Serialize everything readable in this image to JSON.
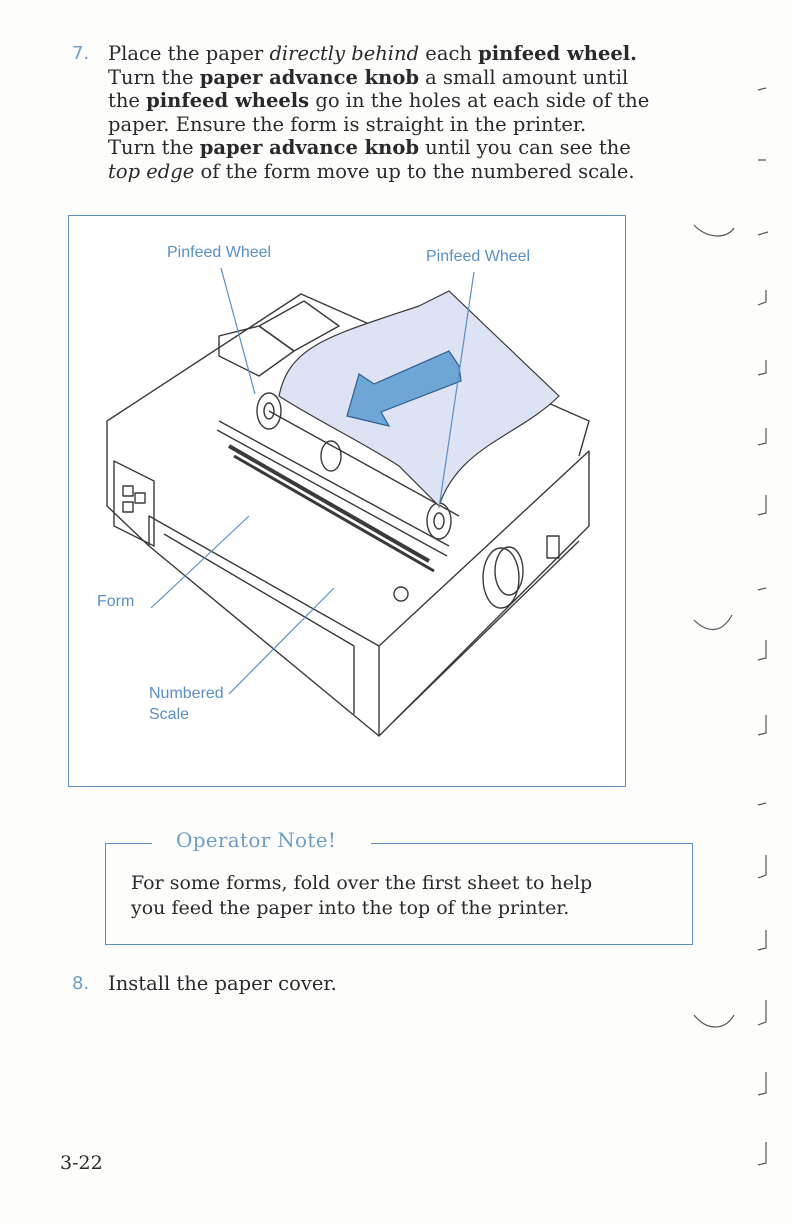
{
  "step7": {
    "number": "7.",
    "line1": [
      "Place the paper ",
      "directly behind",
      " each ",
      "pinfeed wheel."
    ],
    "line2": [
      "Turn the ",
      "paper advance knob",
      " a small amount until"
    ],
    "line3": [
      "the ",
      "pinfeed wheels",
      " go in the holes at each side of the"
    ],
    "line4": "paper.  Ensure the form is straight in the printer.",
    "line5": [
      "Turn the ",
      "paper advance knob",
      " until you can see the"
    ],
    "line6": [
      "top edge",
      " of the form move up to the numbered scale."
    ]
  },
  "figure": {
    "label_pinfeed_left": "Pinfeed Wheel",
    "label_pinfeed_right": "Pinfeed Wheel",
    "label_form": "Form",
    "label_scale_1": "Numbered",
    "label_scale_2": "Scale",
    "colors": {
      "callout": "#5a8fc4",
      "paper": "#dde2f4",
      "arrow": "#6ea6d6"
    }
  },
  "note": {
    "title": "Operator Note!",
    "line1": "For some forms, fold over the first sheet to help",
    "line2": "you feed the paper into the top of the printer."
  },
  "step8": {
    "number": "8.",
    "text": "Install the paper cover."
  },
  "footer": {
    "page_number": "3-22"
  }
}
